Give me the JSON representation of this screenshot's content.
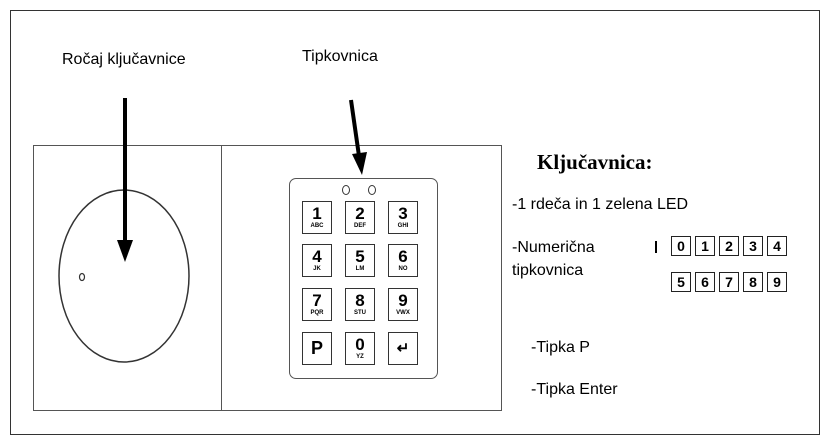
{
  "labels": {
    "handle": "Ročaj ključavnice",
    "keypad": "Tipkovnica"
  },
  "info": {
    "title": "Ključavnica:",
    "leds": "-1 rdeča in 1 zelena LED",
    "numeric_line1": "-Numerična",
    "numeric_line2": "tipkovnica",
    "key_p": "-Tipka P",
    "key_enter": "-Tipka Enter"
  },
  "keypad_keys": [
    {
      "digit": "1",
      "sub": "ABC"
    },
    {
      "digit": "2",
      "sub": "DEF"
    },
    {
      "digit": "3",
      "sub": "GHI"
    },
    {
      "digit": "4",
      "sub": "JK"
    },
    {
      "digit": "5",
      "sub": "LM"
    },
    {
      "digit": "6",
      "sub": "NO"
    },
    {
      "digit": "7",
      "sub": "PQR"
    },
    {
      "digit": "8",
      "sub": "STU"
    },
    {
      "digit": "9",
      "sub": "VWX"
    },
    {
      "digit": "P",
      "sub": ""
    },
    {
      "digit": "0",
      "sub": "YZ"
    },
    {
      "digit": "↵",
      "sub": ""
    }
  ],
  "numeric_keys_row1": [
    "0",
    "1",
    "2",
    "3",
    "4"
  ],
  "numeric_keys_row2": [
    "5",
    "6",
    "7",
    "8",
    "9"
  ]
}
